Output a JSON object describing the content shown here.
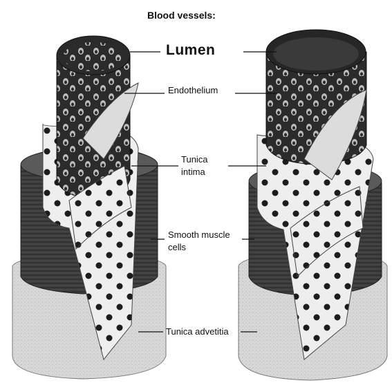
{
  "title": "Blood vessels:",
  "labels": {
    "lumen": "Lumen",
    "endothelium": "Endothelium",
    "tunica_intima_line1": "Tunica",
    "tunica_intima_line2": "intima",
    "smooth_muscle_line1": "Smooth muscle",
    "smooth_muscle_line2": "cells",
    "tunica_adventitia": "Tunica advetitia"
  },
  "colors": {
    "background": "#ffffff",
    "ink": "#111111",
    "muscle": "#3a3a3a",
    "adventitia": "#d9d9d9",
    "intima": "#efefef",
    "lumen_dark": "#2a2a2a"
  }
}
